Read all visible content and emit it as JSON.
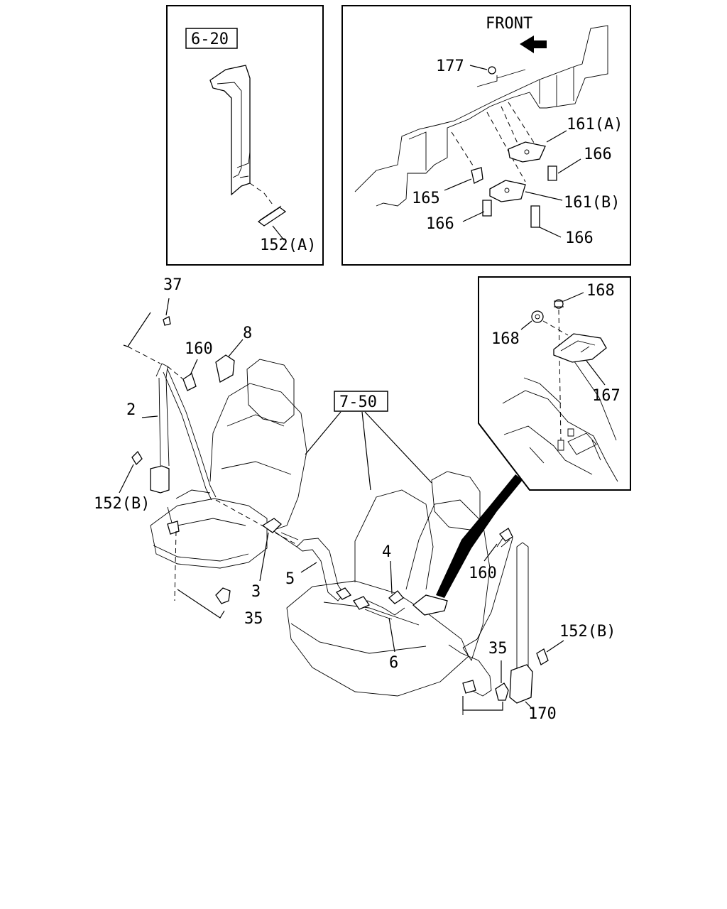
{
  "inset_left": {
    "ref_box": "6-20",
    "label_152A": "152(A)"
  },
  "inset_top_right": {
    "front_label": "FRONT",
    "labels": {
      "l177": "177",
      "l161A": "161(A)",
      "l166a": "166",
      "l165": "165",
      "l161B": "161(B)",
      "l166b": "166",
      "l166c": "166"
    }
  },
  "inset_right": {
    "labels": {
      "l168a": "168",
      "l168b": "168",
      "l167": "167"
    }
  },
  "main": {
    "ref_box": "7-50",
    "labels": {
      "l37": "37",
      "l8": "8",
      "l160a": "160",
      "l2": "2",
      "l152Ba": "152(B)",
      "l3": "3",
      "l5": "5",
      "l35a": "35",
      "l4": "4",
      "l6": "6",
      "l160b": "160",
      "l152Bb": "152(B)",
      "l35b": "35",
      "l170": "170"
    }
  }
}
